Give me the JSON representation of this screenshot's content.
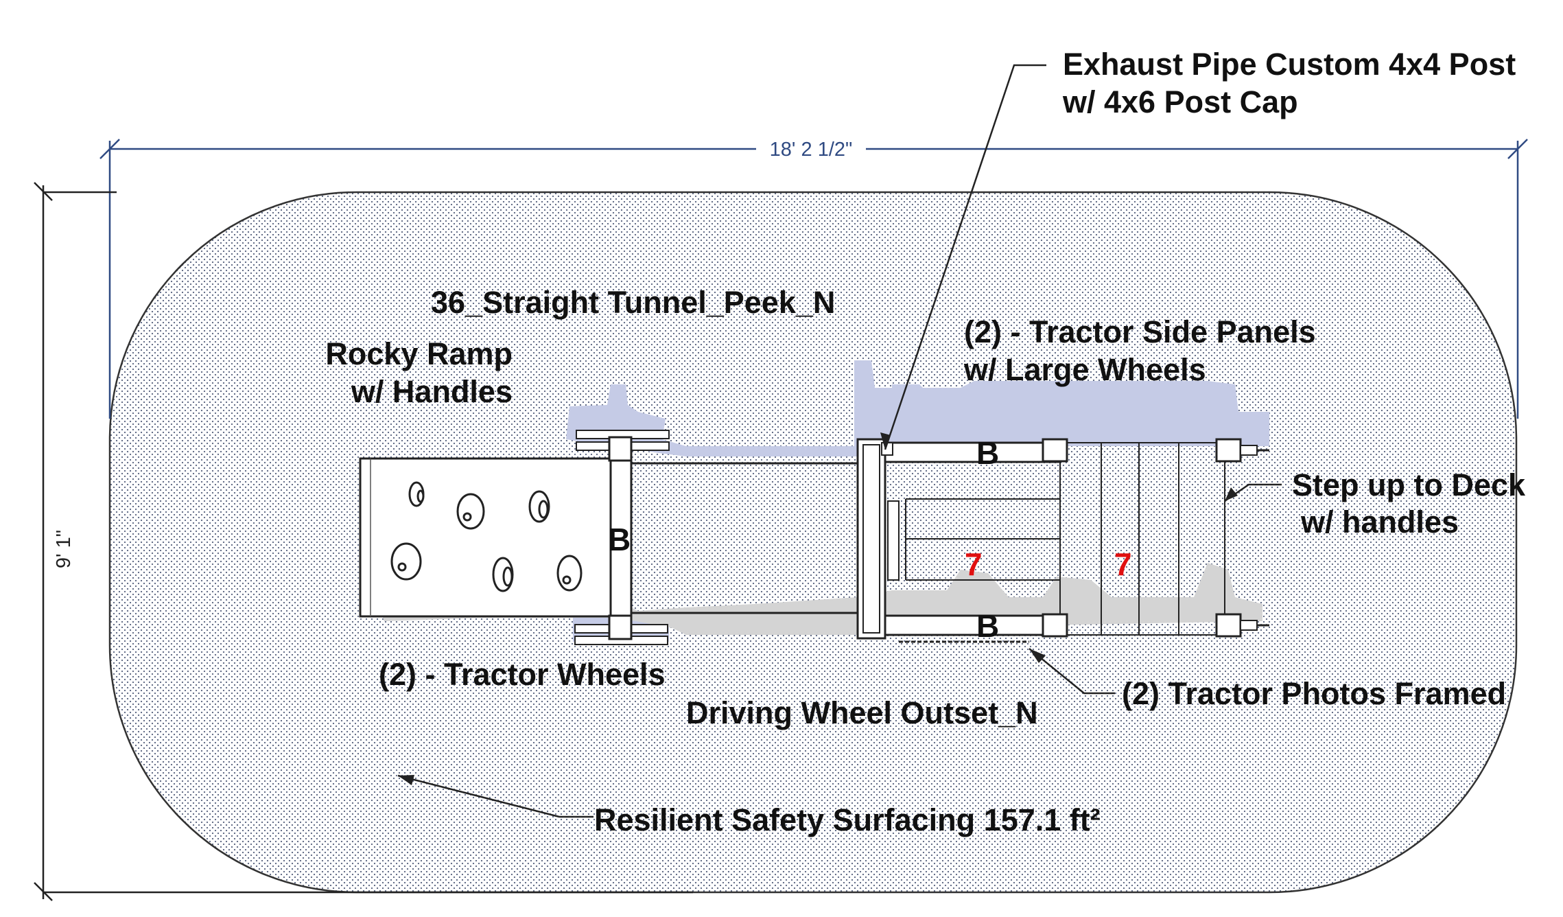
{
  "dimensions": {
    "width": "18' 2 1/2\"",
    "height": "9' 1\""
  },
  "labels": {
    "tunnel": "36_Straight Tunnel_Peek_N",
    "rocky_ramp_line1": "Rocky Ramp",
    "rocky_ramp_line2": "w/ Handles",
    "exhaust_line1": "Exhaust Pipe Custom 4x4 Post",
    "exhaust_line2": "w/ 4x6 Post Cap",
    "side_panels_line1": "(2) - Tractor Side Panels",
    "side_panels_line2": "w/ Large Wheels",
    "step_line1": "Step up to Deck",
    "step_line2": "w/ handles",
    "tractor_wheels": "(2) - Tractor Wheels",
    "driving_wheel": "Driving Wheel Outset_N",
    "tractor_photos": "(2) Tractor Photos Framed",
    "surfacing": "Resilient Safety Surfacing 157.1 ft²"
  },
  "markers": {
    "b_ramp": "B",
    "b_top": "B",
    "b_bottom": "B",
    "seven_left": "7",
    "seven_right": "7"
  },
  "colors": {
    "surface_dot": "#5a6480",
    "shadow_blue": "#c5cbe6",
    "shadow_gray": "#d4d4d4",
    "dimension_line": "#2f4a82",
    "marker_red": "#e01010"
  }
}
